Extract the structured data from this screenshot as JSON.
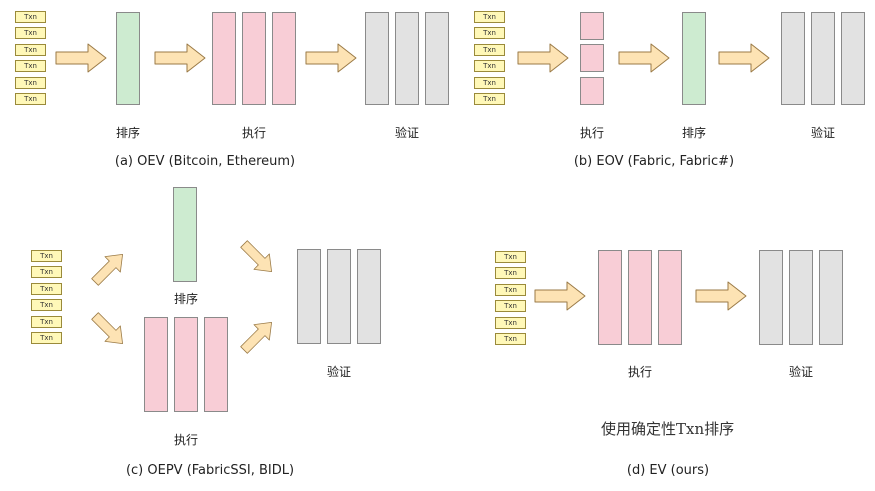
{
  "txn_label": "Txn",
  "labels": {
    "order": "排序",
    "execute": "执行",
    "validate": "验证"
  },
  "captions": {
    "a": "(a) OEV (Bitcoin, Ethereum)",
    "b": "(b) EOV (Fabric, Fabric#)",
    "c": "(c) OEPV (FabricSSI, BIDL)",
    "d": "(d) EV (ours)"
  },
  "note": "使用确定性Txn排序",
  "colors": {
    "order": "#cdebd0",
    "execute": "#f8cdd6",
    "validate": "#e2e2e2",
    "arrow": "#fde3b4",
    "txn": "#fff8b8"
  }
}
